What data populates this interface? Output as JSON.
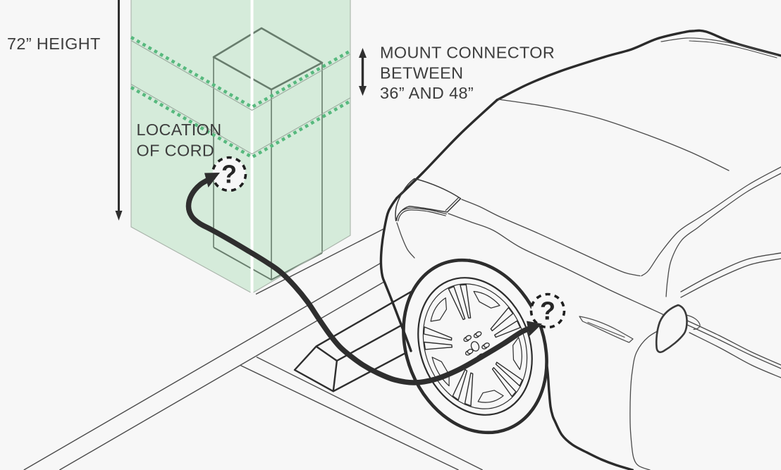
{
  "palette": {
    "background": "#f7f7f7",
    "zone_green": "#d5ebda",
    "dot_green": "#57b97e",
    "box_line": "#687d6d",
    "ink_dark": "#2d2d2d",
    "ink_text": "#3d3d3d",
    "thin_line": "#4a4a4a"
  },
  "labels": {
    "height": "72” HEIGHT",
    "location_line1": "LOCATION",
    "location_line2": "OF CORD",
    "mount_line1": "MOUNT CONNECTOR",
    "mount_line2": "BETWEEN",
    "mount_line3": "36” AND 48”"
  },
  "markers": {
    "wall_connector_symbol": "?",
    "car_port_symbol": "?"
  }
}
